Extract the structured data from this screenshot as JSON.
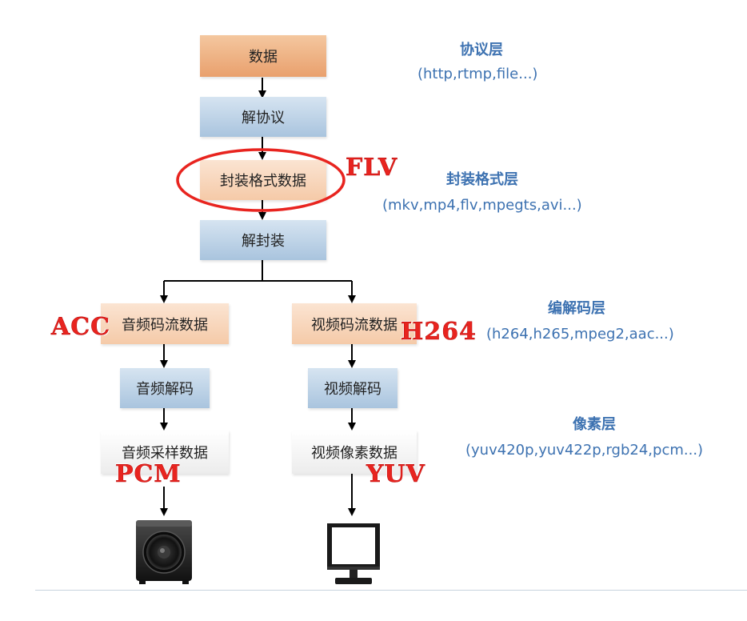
{
  "nodes": {
    "data": "数据",
    "protocol_parse": "解协议",
    "container_data": "封装格式数据",
    "demux": "解封装",
    "audio_stream": "音频码流数据",
    "video_stream": "视频码流数据",
    "audio_decode": "音频解码",
    "video_decode": "视频解码",
    "audio_samples": "音频采样数据",
    "video_pixels": "视频像素数据"
  },
  "layers": {
    "protocol": {
      "title": "协议层",
      "sub": "(http,rtmp,file...)"
    },
    "container": {
      "title": "封装格式层",
      "sub": "(mkv,mp4,flv,mpegts,avi...)"
    },
    "codec": {
      "title": "编解码层",
      "sub": "(h264,h265,mpeg2,aac...)"
    },
    "pixel": {
      "title": "像素层",
      "sub": "(yuv420p,yuv422p,rgb24,pcm...)"
    }
  },
  "annotations": {
    "flv": "FLV",
    "acc": "ACC",
    "h264": "H264",
    "pcm": "PCM",
    "yuv": "YUV"
  },
  "colors": {
    "accent_red": "#e8241f",
    "layer_blue": "#3d72b1",
    "orange_box": "#eeab77",
    "blue_box": "#bcd1e7",
    "peach_box": "#f8d6bb"
  },
  "icons": {
    "audio_output": "speaker-icon",
    "video_output": "monitor-icon"
  }
}
